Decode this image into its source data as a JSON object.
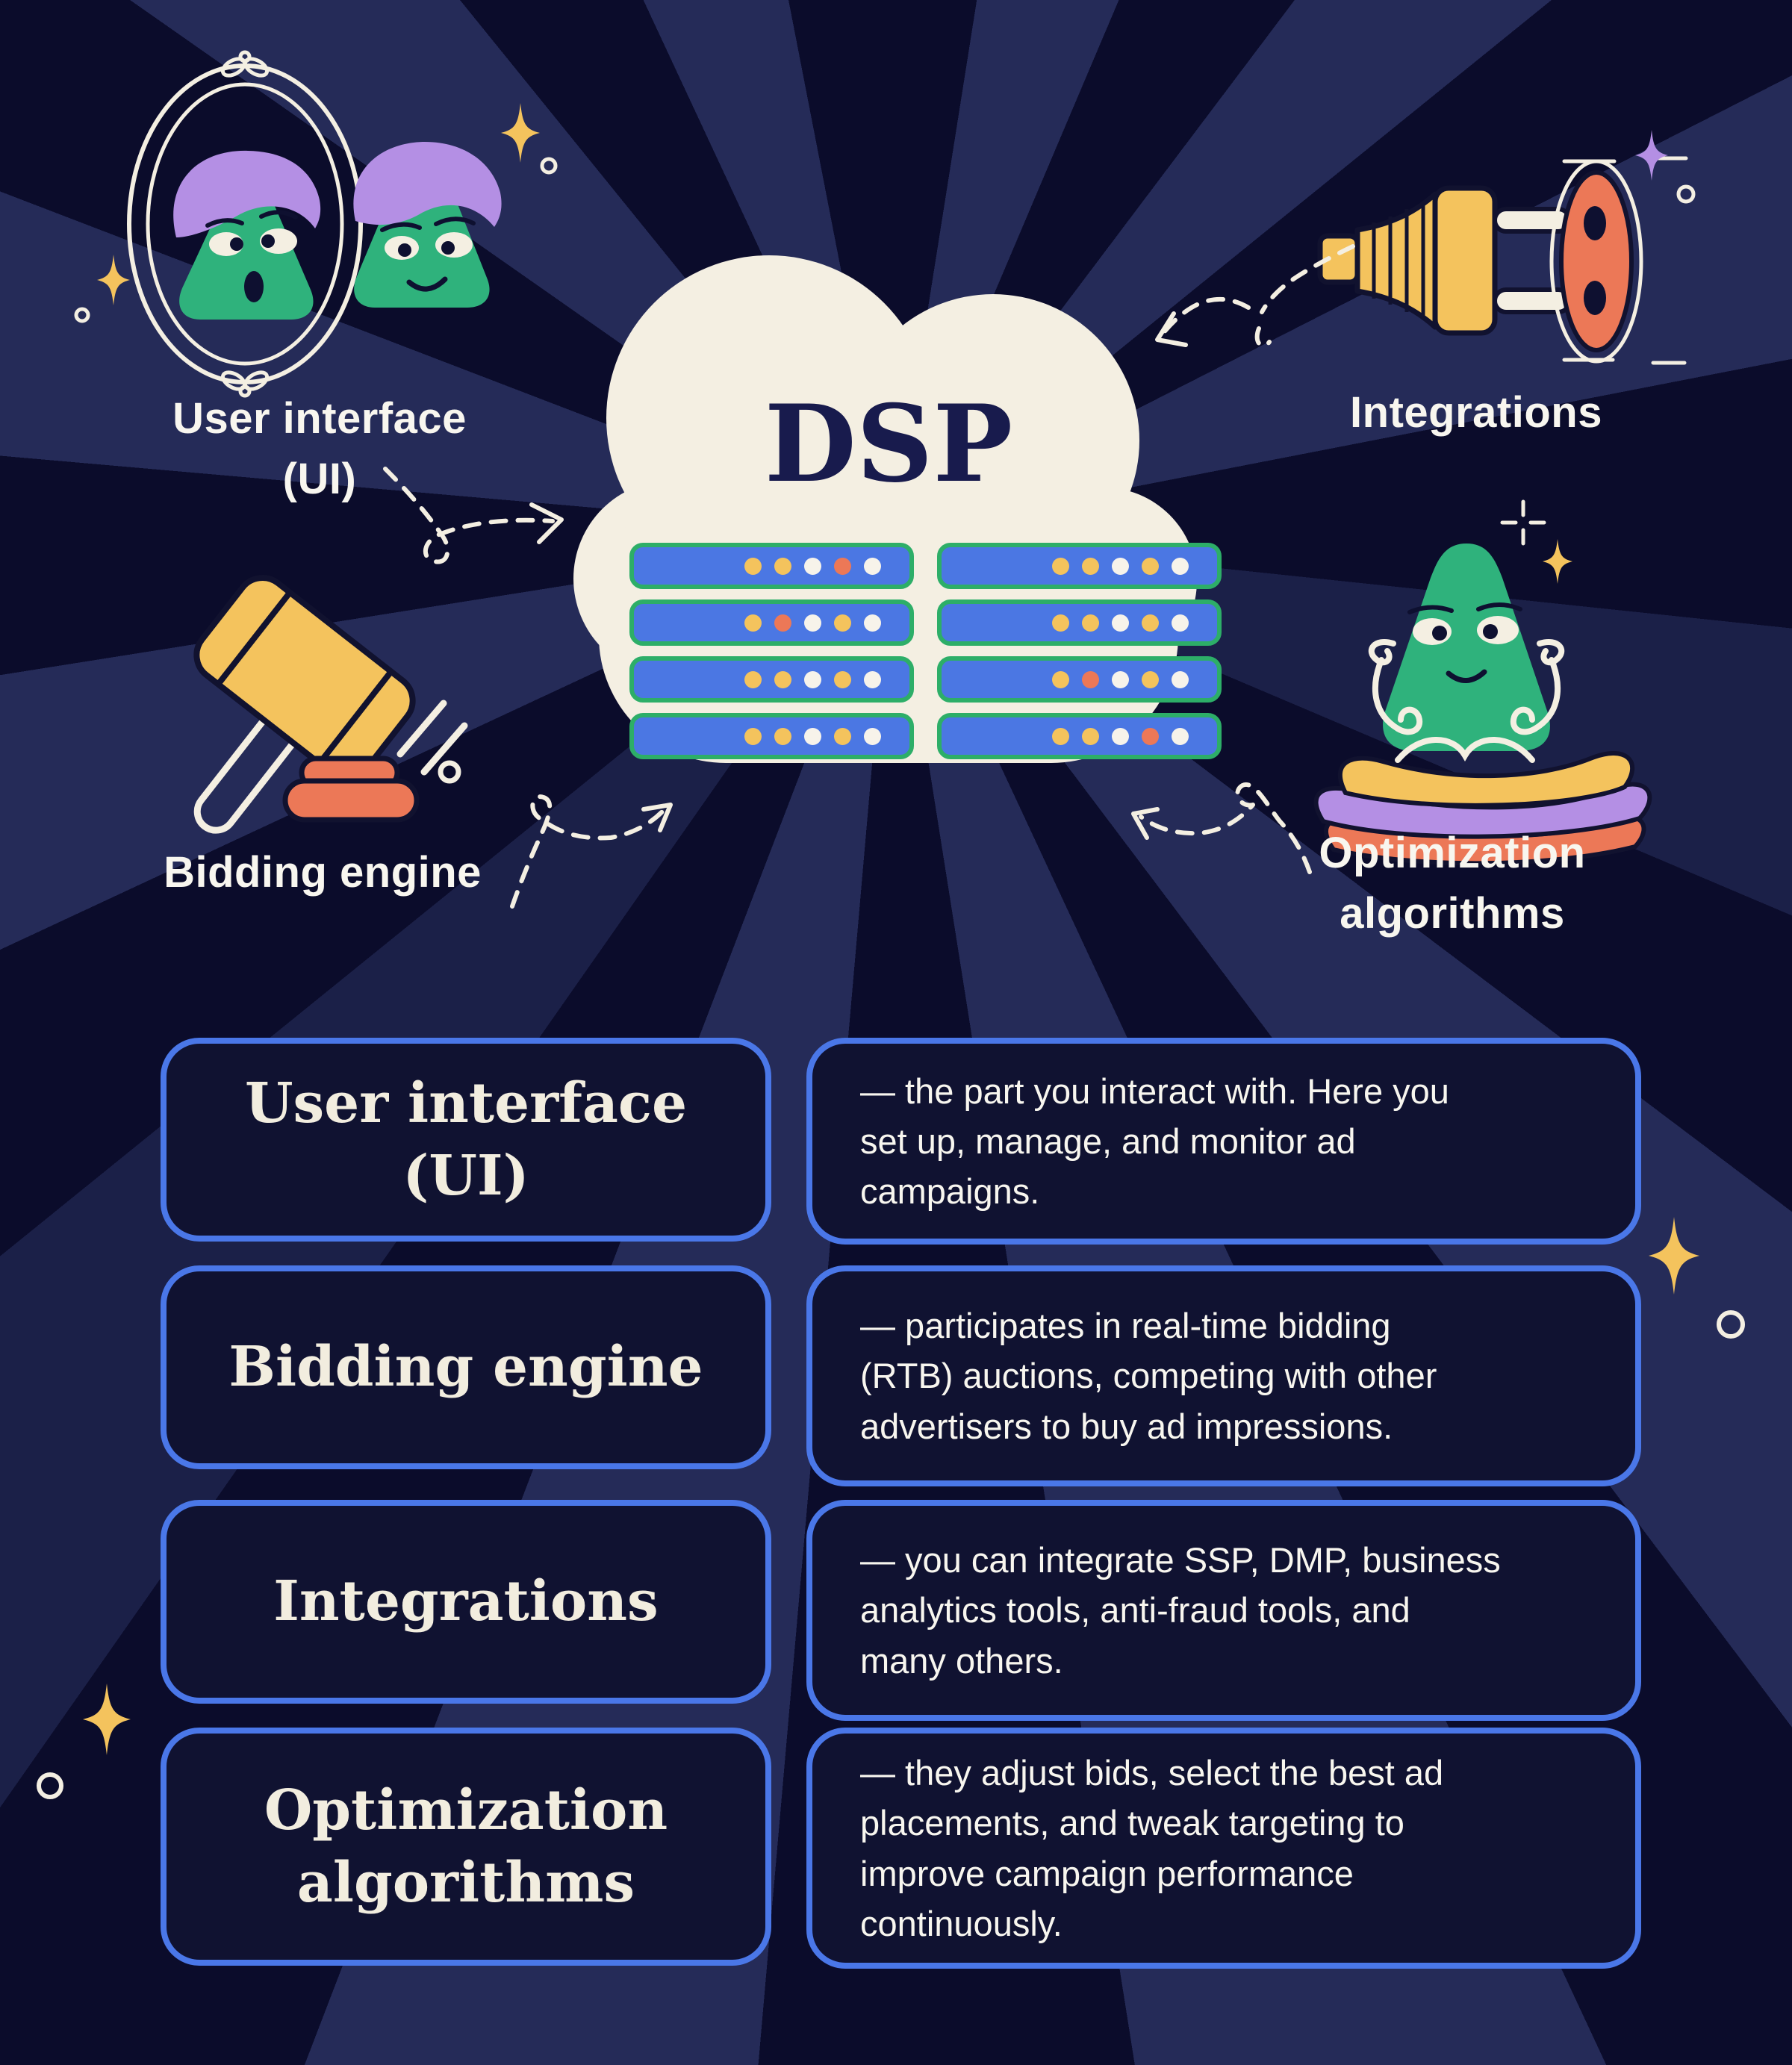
{
  "cloud": {
    "title": "DSP"
  },
  "nodes": {
    "ui": {
      "line1": "User interface",
      "line2": "(UI)"
    },
    "integrations": {
      "label": "Integrations"
    },
    "bidding": {
      "label": "Bidding engine"
    },
    "optimization": {
      "line1": "Optimization",
      "line2": "algorithms"
    }
  },
  "cards": [
    {
      "term_line1": "User interface",
      "term_line2": "(UI)",
      "definition": "— the part you interact with. Here you\nset up, manage, and monitor ad\ncampaigns."
    },
    {
      "term_line1": "Bidding engine",
      "term_line2": "",
      "definition": "— participates in real-time bidding\n(RTB) auctions, competing with other\nadvertisers to buy ad impressions."
    },
    {
      "term_line1": "Integrations",
      "term_line2": "",
      "definition": "— you can integrate SSP, DMP, business\nanalytics tools, anti-fraud tools, and\nmany others."
    },
    {
      "term_line1": "Optimization",
      "term_line2": "algorithms",
      "definition": "— they adjust bids, select the best ad\nplacements, and tweak targeting to\nimprove campaign performance\ncontinuously."
    }
  ],
  "servers": {
    "dot_colors": {
      "Y": "#F4C35D",
      "O": "#EC7857",
      "W": "#F7F3EA"
    },
    "columns": [
      {
        "rows": [
          [
            "Y",
            "Y",
            "W",
            "O",
            "W"
          ],
          [
            "Y",
            "O",
            "W",
            "Y",
            "W"
          ],
          [
            "Y",
            "Y",
            "W",
            "Y",
            "W"
          ],
          [
            "Y",
            "Y",
            "W",
            "Y",
            "W"
          ]
        ]
      },
      {
        "rows": [
          [
            "Y",
            "Y",
            "W",
            "Y",
            "W"
          ],
          [
            "Y",
            "Y",
            "W",
            "Y",
            "W"
          ],
          [
            "Y",
            "O",
            "W",
            "Y",
            "W"
          ],
          [
            "Y",
            "Y",
            "W",
            "O",
            "W"
          ]
        ]
      }
    ]
  },
  "palette": {
    "background_dark": "#0B0C2B",
    "background_ray": "#252B58",
    "card_border": "#4A77E8",
    "card_fill": "#101231",
    "cream": "#F4EFE2",
    "ink_navy": "#181B4D",
    "server_blue": "#4B77E3",
    "server_green": "#2DAE68",
    "character_green": "#2FB27C",
    "accent_purple": "#B48FE4",
    "accent_yellow": "#F4C35D",
    "accent_orange": "#EC7857",
    "text_white": "#F8F6EF"
  }
}
